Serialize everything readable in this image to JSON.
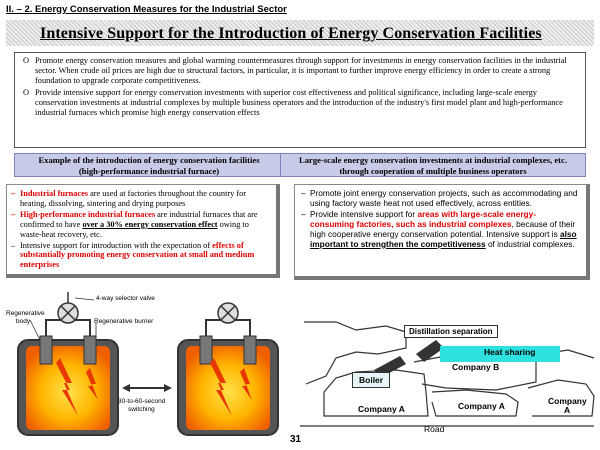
{
  "section_label": "II. – 2. Energy Conservation Measures for the Industrial Sector",
  "title": "Intensive Support for the Introduction of Energy Conservation Facilities",
  "intro": {
    "bullet": "O",
    "items": [
      "Promote energy conservation measures and global warming countermeasures through support for investments in energy conservation facilities in the industrial sector. When crude oil prices are high due to structural factors, in particular, it is important to further improve energy efficiency in order to create a strong foundation to upgrade corporate competitiveness.",
      "Provide intensive support for energy conservation investments with superior cost effectiveness and political significance, including large-scale energy conservation investments at industrial complexes by multiple business operators and the introduction of the industry's first model plant and high-performance industrial furnaces which promise high energy conservation effects"
    ]
  },
  "left_header": {
    "line1": "Example of the introduction of energy conservation facilities",
    "line2": "(high-performance industrial furnace)"
  },
  "right_header": {
    "line1": "Large-scale energy conservation investments at industrial complexes, etc.",
    "line2": "through cooperation of multiple business operators"
  },
  "left_box": {
    "dash": "–",
    "item1_red": "Industrial furnaces",
    "item1_rest": " are used at factories throughout the country for heating, dissolving, sintering and drying purposes",
    "item2_red": "High-performance industrial furnaces",
    "item2_mid": " are industrial furnaces that are confirmed to have ",
    "item2_bold": "over a 30% energy conservation effect",
    "item2_end": " owing to waste-heat recovery, etc.",
    "item3_start": "Intensive support for introduction with the expectation of ",
    "item3_red": "effects of substantially promoting energy conservation at small and medium enterprises"
  },
  "right_box": {
    "dash": "–",
    "item1": "Promote joint energy conservation projects, such as accommodating and using factory waste heat not used effectively, across entities.",
    "item2_start": "Provide intensive support for ",
    "item2_red": "areas with large-scale energy-consuming factories, such as industrial complexes",
    "item2_mid": ", because of their high cooperative energy conservation potential. Intensive support is ",
    "item2_bold": "also important to strengthen the competitiveness",
    "item2_end": " of industrial complexes."
  },
  "furnace_diagram": {
    "selector_valve": "4-way selector valve",
    "regen_body_1": "Regenerative",
    "regen_body_2": "body",
    "regen_burner": "Regenerative burner",
    "switching_1": "30-to-60-second",
    "switching_2": "switching"
  },
  "map_diagram": {
    "distillation": "Distillation separation",
    "heat_sharing": "Heat sharing",
    "boiler": "Boiler",
    "company_b": "Company B",
    "company_a_1": "Company A",
    "company_a_2": "Company A",
    "company_a_3_line1": "Company",
    "company_a_3_line2": "A",
    "road": "Road"
  },
  "page_number": "31",
  "colors": {
    "header_fill": "#c8cbe8",
    "emphasis_red": "#e00000",
    "heat_sharing": "#2fe0e0",
    "furnace_fill": "#ffc21a",
    "flame": "#e83800"
  }
}
